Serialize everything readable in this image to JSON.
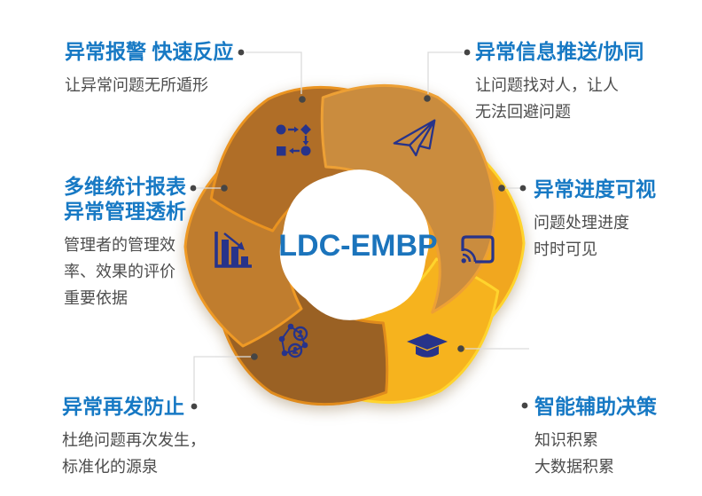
{
  "center": {
    "label": "LDC-EMBP"
  },
  "features": [
    {
      "id": "alarm",
      "title_lines": [
        "异常报警 快速反应"
      ],
      "desc_lines": [
        "让异常问题无所遁形"
      ],
      "icon": "workflow-icon"
    },
    {
      "id": "push",
      "title_lines": [
        "异常信息推送/协同"
      ],
      "desc_lines": [
        "让问题找对人，让人",
        "无法回避问题"
      ],
      "icon": "paper-plane-icon"
    },
    {
      "id": "report",
      "title_lines": [
        "多维统计报表",
        "异常管理透析"
      ],
      "desc_lines": [
        "管理者的管理效",
        "率、效果的评价",
        "重要依据"
      ],
      "icon": "bar-chart-icon"
    },
    {
      "id": "progress",
      "title_lines": [
        "异常进度可视"
      ],
      "desc_lines": [
        "问题处理进度",
        "时时可见"
      ],
      "icon": "cast-icon"
    },
    {
      "id": "prevent",
      "title_lines": [
        "异常再发防止"
      ],
      "desc_lines": [
        "杜绝问题再次发生，",
        "标准化的源泉"
      ],
      "icon": "people-network-icon"
    },
    {
      "id": "decision",
      "title_lines": [
        "智能辅助决策"
      ],
      "desc_lines": [
        "知识积累",
        "大数据积累"
      ],
      "icon": "graduation-cap-icon"
    }
  ],
  "colors": {
    "title_blue": "#1779c4",
    "body_gray": "#4d4d4d",
    "center_blue": "#1b74bc",
    "icon_navy": "#27338a",
    "ribbon_gold": "#f1a71f",
    "ribbon_amber": "#f6b31e",
    "ribbon_dark_brown": "#9a6124",
    "ribbon_orange": "#c07d2e",
    "ribbon_brown": "#b06e27",
    "ribbon_tan": "#ca8c3e",
    "connector_line": "#dcdcdc",
    "connector_dot": "#454545"
  }
}
